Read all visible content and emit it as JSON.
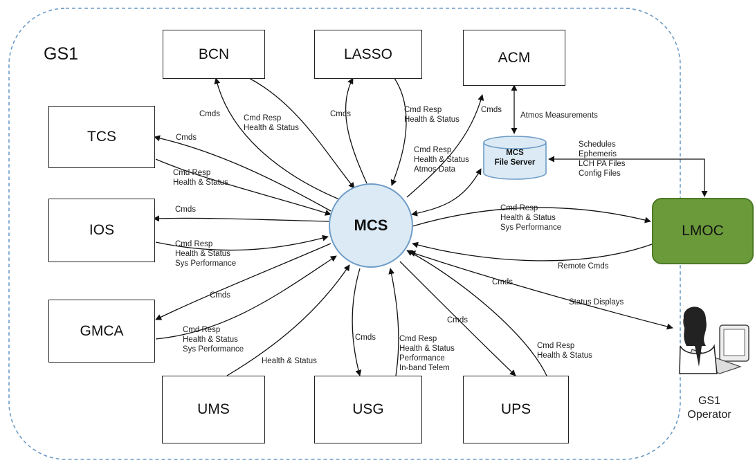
{
  "region_label": "GS1",
  "hub": "MCS",
  "nodes": {
    "bcn": "BCN",
    "lasso": "LASSO",
    "acm": "ACM",
    "tcs": "TCS",
    "ios": "IOS",
    "gmca": "GMCA",
    "ums": "UMS",
    "usg": "USG",
    "ups": "UPS",
    "lmoc": "LMOC"
  },
  "file_server": "MCS\nFile Server",
  "operator": "GS1\nOperator",
  "labels": {
    "bcn_cmds": "Cmds",
    "bcn_resp": "Cmd Resp\nHealth & Status",
    "lasso_cmds": "Cmds",
    "lasso_resp": "Cmd Resp\nHealth & Status",
    "acm_cmds": "Cmds",
    "acm_resp": "Cmd Resp\nHealth & Status\nAtmos Data",
    "atmos": "Atmos Measurements",
    "fs_files": "Schedules\nEphemeris\nLCH PA Files\nConfig Files",
    "tcs_cmds": "Cmds",
    "tcs_resp": "Cmd Resp\nHealth & Status",
    "ios_cmds": "Cmds",
    "ios_resp": "Cmd Resp\nHealth & Status\nSys Performance",
    "gmca_cmds": "Cmds",
    "gmca_resp": "Cmd Resp\nHealth & Status\nSys Performance",
    "ums_hs": "Health & Status",
    "usg_cmds": "Cmds",
    "usg_resp": "Cmd Resp\nHealth & Status\nPerformance\nIn-band Telem",
    "ups_cmds": "Cmds",
    "ups_resp": "Cmd Resp\nHealth & Status",
    "lmoc_resp": "Cmd Resp\nHealth & Status\nSys Performance",
    "lmoc_remote": "Remote Cmds",
    "op_cmds": "Cmds",
    "op_status": "Status Displays"
  }
}
